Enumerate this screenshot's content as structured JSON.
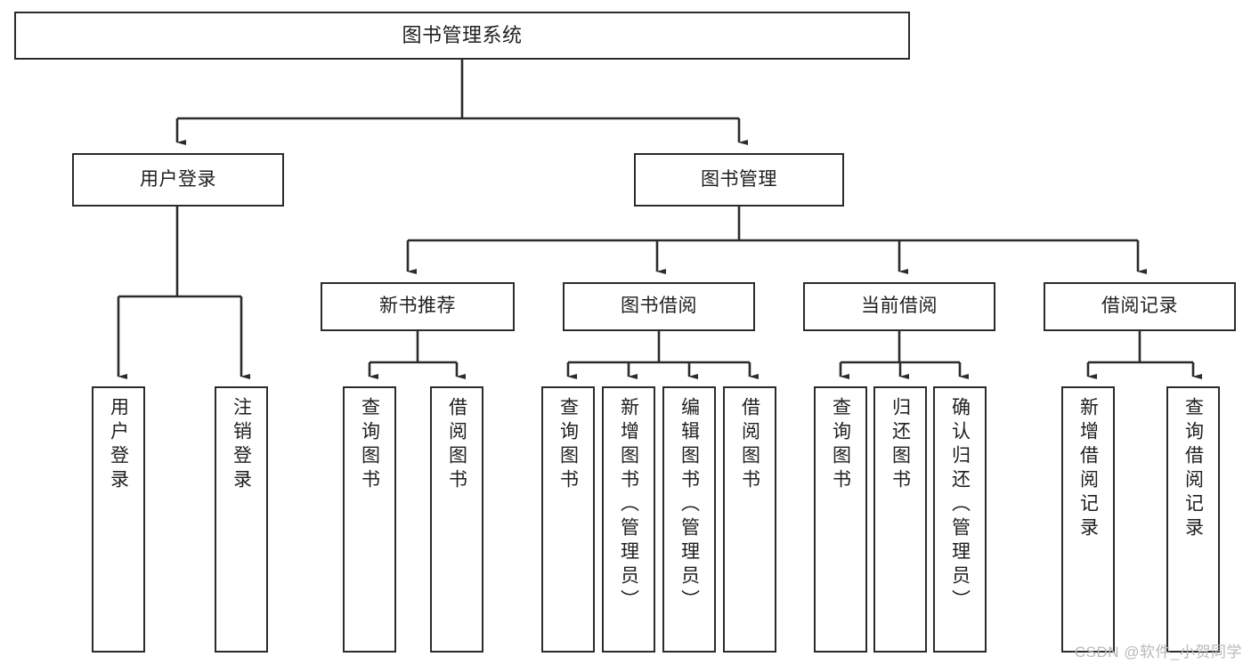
{
  "diagram": {
    "title": "图书管理系统",
    "watermark": "CSDN @软件_小贺同学",
    "type": "tree",
    "orientation": "top-down",
    "colors": {
      "background": "#ffffff",
      "node_border": "#2b2b2b",
      "node_fill": "#ffffff",
      "connector": "#2b2b2b",
      "text": "#1f1f1f",
      "watermark": "#b9b9b9"
    },
    "root": {
      "label": "图书管理系统",
      "level": 0
    },
    "branches": [
      {
        "label": "用户登录",
        "level": 1,
        "leaves": [
          {
            "label": "用户登录"
          },
          {
            "label": "注销登录"
          }
        ]
      },
      {
        "label": "图书管理",
        "level": 1,
        "children": [
          {
            "label": "新书推荐",
            "level": 2,
            "leaves": [
              {
                "label": "查询图书"
              },
              {
                "label": "借阅图书"
              }
            ]
          },
          {
            "label": "图书借阅",
            "level": 2,
            "leaves": [
              {
                "label": "查询图书"
              },
              {
                "label": "新增图书（管理员）"
              },
              {
                "label": "编辑图书（管理员）"
              },
              {
                "label": "借阅图书"
              }
            ]
          },
          {
            "label": "当前借阅",
            "level": 2,
            "leaves": [
              {
                "label": "查询图书"
              },
              {
                "label": "归还图书"
              },
              {
                "label": "确认归还（管理员）"
              }
            ]
          },
          {
            "label": "借阅记录",
            "level": 2,
            "leaves": [
              {
                "label": "新增借阅记录"
              },
              {
                "label": "查询借阅记录"
              }
            ]
          }
        ]
      }
    ]
  }
}
